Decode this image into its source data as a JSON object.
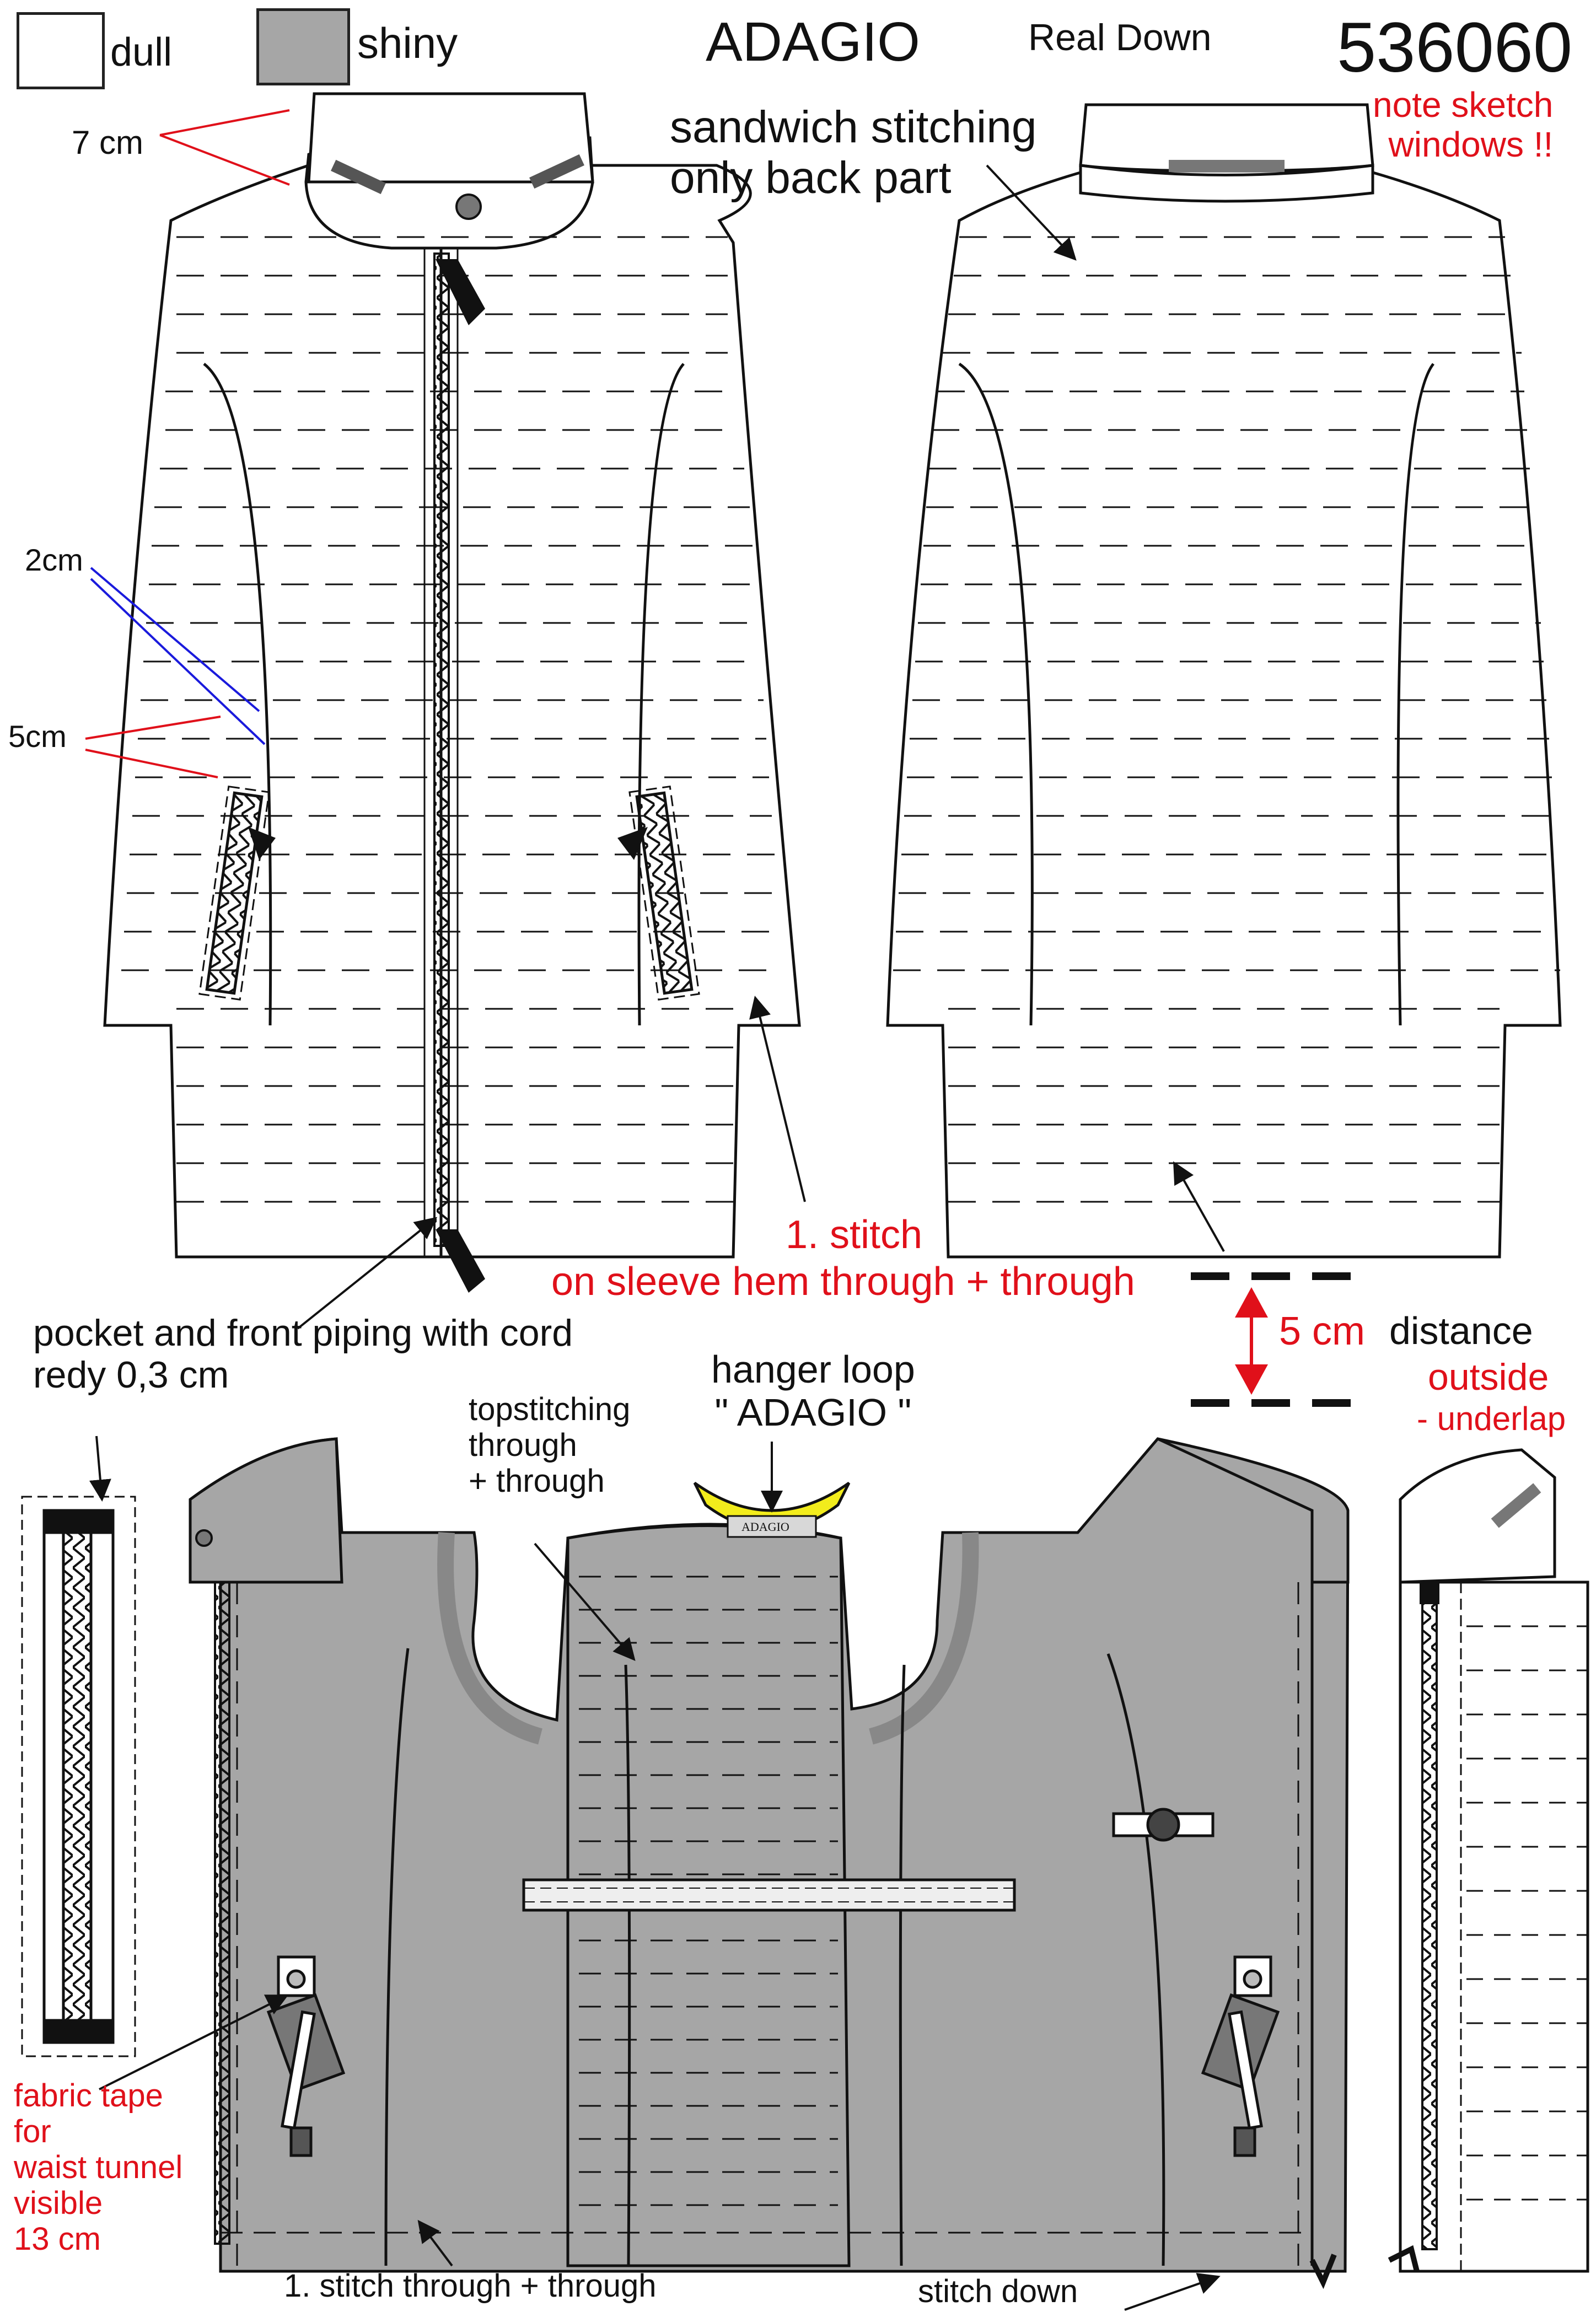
{
  "legend": {
    "dull_label": "dull",
    "shiny_label": "shiny",
    "dull_color": "#ffffff",
    "shiny_color": "#a6a6a6"
  },
  "header": {
    "title": "ADAGIO",
    "subtitle": "Real Down",
    "style_number": "536060"
  },
  "notes": {
    "note_sketch": "note sketch\nwindows !!",
    "collar_height": "7 cm",
    "quilt_2cm": "2cm",
    "quilt_5cm": "5cm",
    "sandwich": "sandwich stitching\nonly back part",
    "sleeve_stitch_1": "1. stitch",
    "sleeve_stitch_2": "on sleeve hem through + through",
    "distance_value": "5 cm",
    "distance_word": "distance",
    "outside": "outside",
    "underlap": "- underlap",
    "piping": "pocket and front piping with cord\nredy 0,3 cm",
    "hanger": "hanger loop\n\" ADAGIO \"",
    "hanger_tag": "ADAGIO",
    "topstitching": "topstitching\nthrough\n+ through",
    "fabric_tape": "fabric tape\nfor\nwaist tunnel\nvisible\n13 cm",
    "stitch_through": "1. stitch through + through",
    "stitch_down": "stitch down"
  },
  "colors": {
    "line": "#111111",
    "annotation_red": "#e0101a",
    "annotation_blue": "#1a1adc",
    "lining_grey": "#a6a6a6",
    "hanger_yellow": "#f2ec1c"
  }
}
